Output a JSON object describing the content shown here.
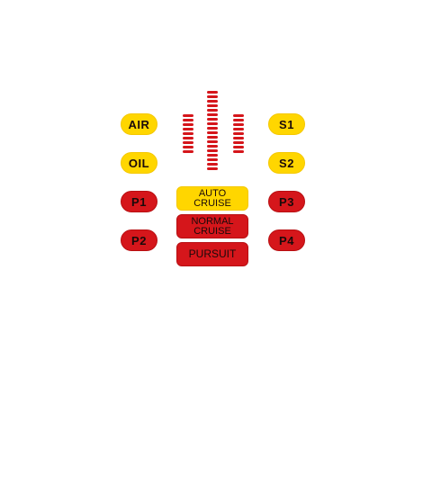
{
  "colors": {
    "yellow": "#ffd600",
    "red": "#d5161b",
    "text": "#1a0a0a"
  },
  "left_buttons": [
    {
      "label": "AIR",
      "color": "yellow"
    },
    {
      "label": "OIL",
      "color": "yellow"
    },
    {
      "label": "P1",
      "color": "red"
    },
    {
      "label": "P2",
      "color": "red"
    }
  ],
  "right_buttons": [
    {
      "label": "S1",
      "color": "yellow"
    },
    {
      "label": "S2",
      "color": "yellow"
    },
    {
      "label": "P3",
      "color": "red"
    },
    {
      "label": "P4",
      "color": "red"
    }
  ],
  "modes": [
    {
      "line1": "AUTO",
      "line2": "CRUISE",
      "color": "yellow"
    },
    {
      "line1": "NORMAL",
      "line2": "CRUISE",
      "color": "red"
    },
    {
      "line1": "PURSUIT",
      "line2": "",
      "color": "red"
    }
  ],
  "voice_modulator": {
    "color": "red",
    "columns": 3
  }
}
